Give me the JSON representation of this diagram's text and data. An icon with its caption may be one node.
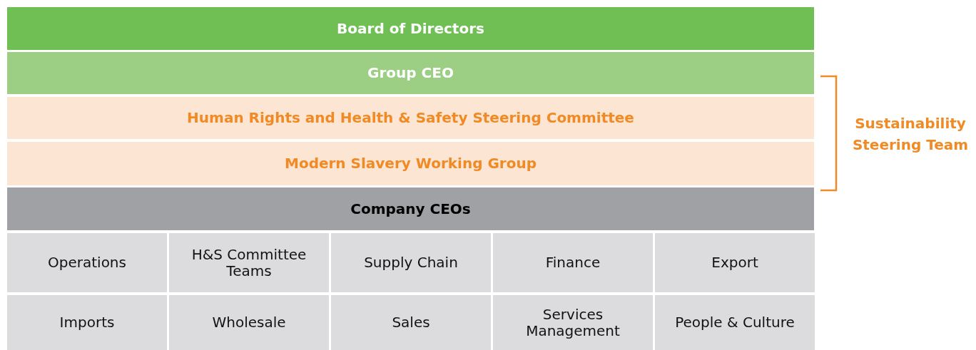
{
  "diagram": {
    "nodes": [
      {
        "text": [
          "Board of Directors"
        ]
      },
      {
        "text": [
          "Group CEO"
        ]
      },
      {
        "text": [
          "Human Rights and Health & Safety Steering Committee"
        ]
      },
      {
        "text": [
          "Modern Slavery Working Group"
        ]
      },
      {
        "text": [
          "Company CEOs"
        ]
      },
      {
        "text": [
          "Operations"
        ]
      },
      {
        "text": [
          "H&S Committee Teams"
        ]
      },
      {
        "text": [
          "Supply Chain"
        ]
      },
      {
        "text": [
          "Finance"
        ]
      },
      {
        "text": [
          "Export"
        ]
      },
      {
        "text": [
          "Imports"
        ]
      },
      {
        "text": [
          "Wholesale"
        ]
      },
      {
        "text": [
          "Sales"
        ]
      },
      {
        "text": [
          "Services Management"
        ]
      },
      {
        "text": [
          "People & Culture"
        ]
      }
    ],
    "edges": [],
    "labels": [
      "Sustainability Steering Team"
    ]
  }
}
